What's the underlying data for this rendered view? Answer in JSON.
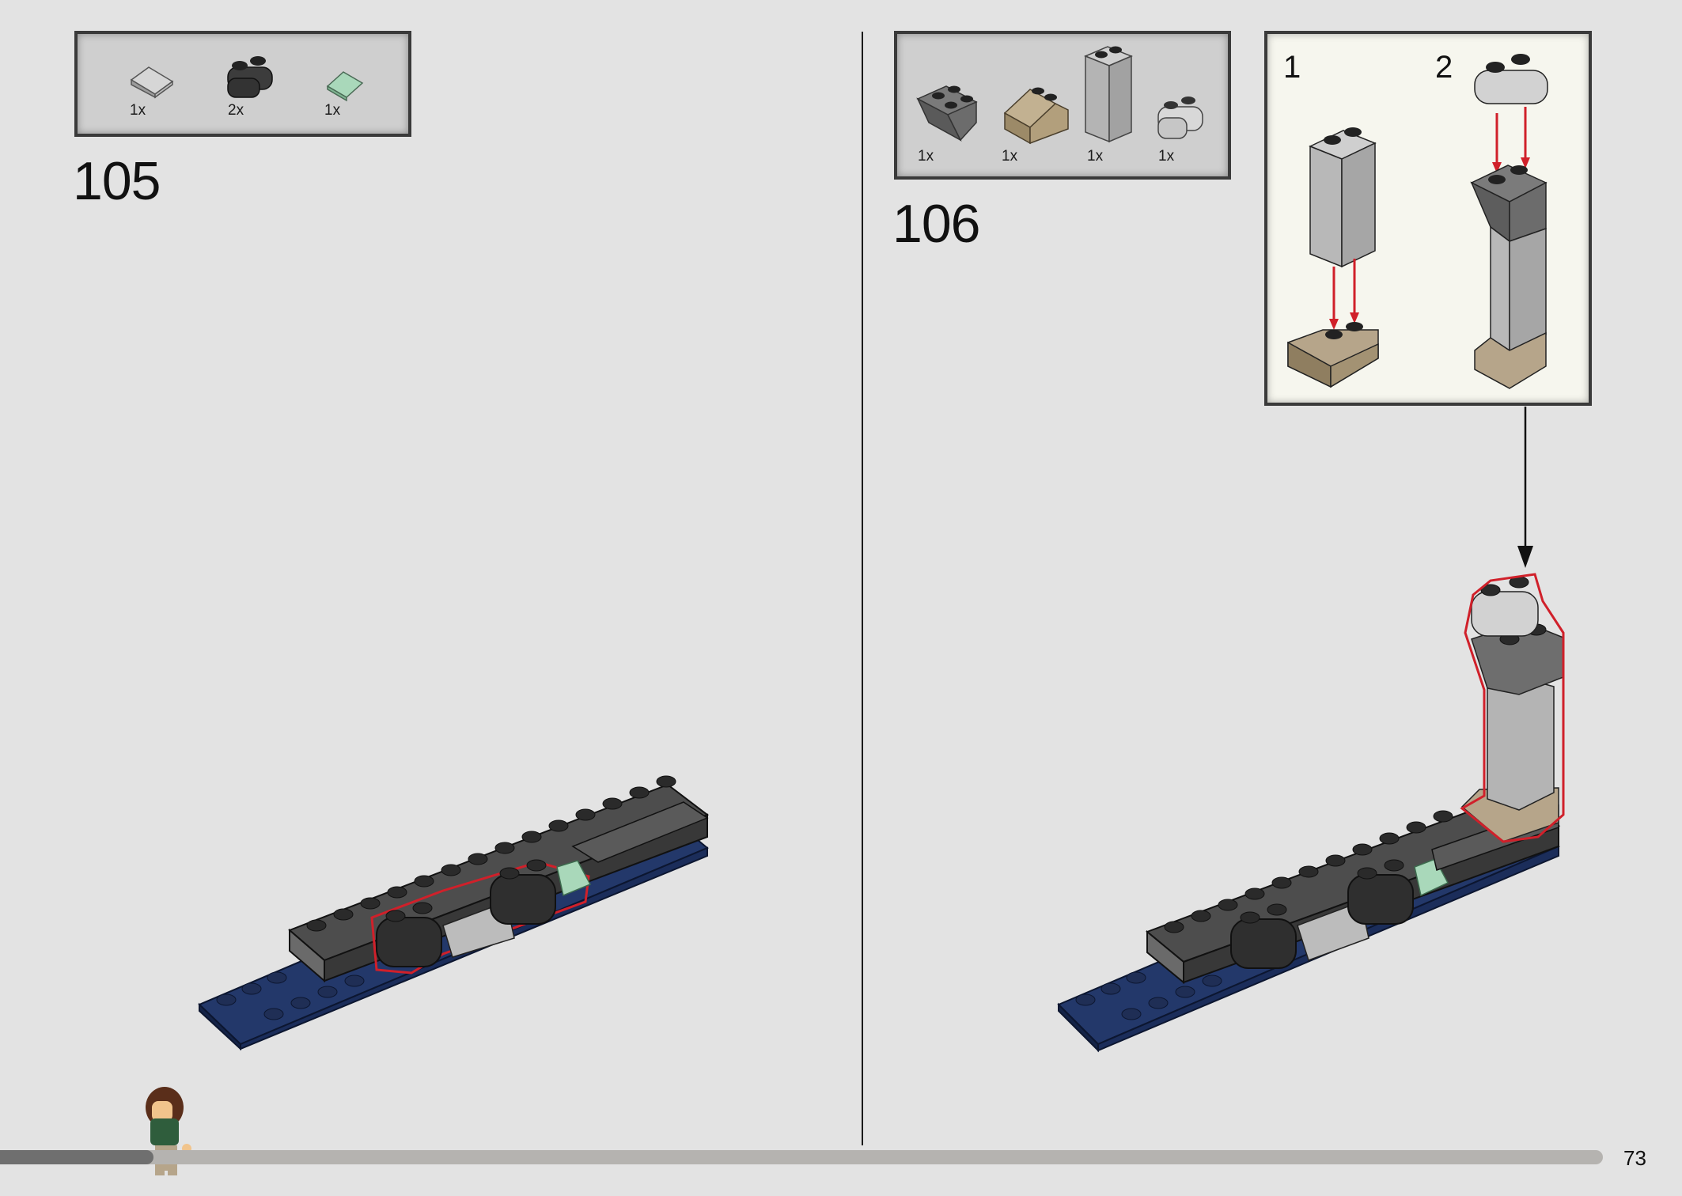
{
  "steps": [
    {
      "number": "105",
      "parts": [
        {
          "qty": "1x",
          "icon": "light-gray-slope-icon",
          "color": "#b9b9b9"
        },
        {
          "qty": "2x",
          "icon": "dark-gray-round-brick-icon",
          "color": "#3c3c3c"
        },
        {
          "qty": "1x",
          "icon": "sand-green-slope-icon",
          "color": "#9ecfb0"
        }
      ]
    },
    {
      "number": "106",
      "parts": [
        {
          "qty": "1x",
          "icon": "dark-gray-inverted-slope-icon",
          "color": "#6a6a6a"
        },
        {
          "qty": "1x",
          "icon": "tan-slope-icon",
          "color": "#b6a58a"
        },
        {
          "qty": "1x",
          "icon": "light-gray-brick-icon",
          "color": "#b4b4b4"
        },
        {
          "qty": "1x",
          "icon": "light-gray-round-brick-icon",
          "color": "#cfcfcf"
        }
      ],
      "substeps": [
        "1",
        "2"
      ]
    }
  ],
  "progress": {
    "fraction": 0.096
  },
  "page": {
    "number": "73"
  },
  "colors": {
    "highlight": "#d0202a",
    "base_plate": "#1f3864",
    "dark_brick": "#3a3a3a"
  }
}
